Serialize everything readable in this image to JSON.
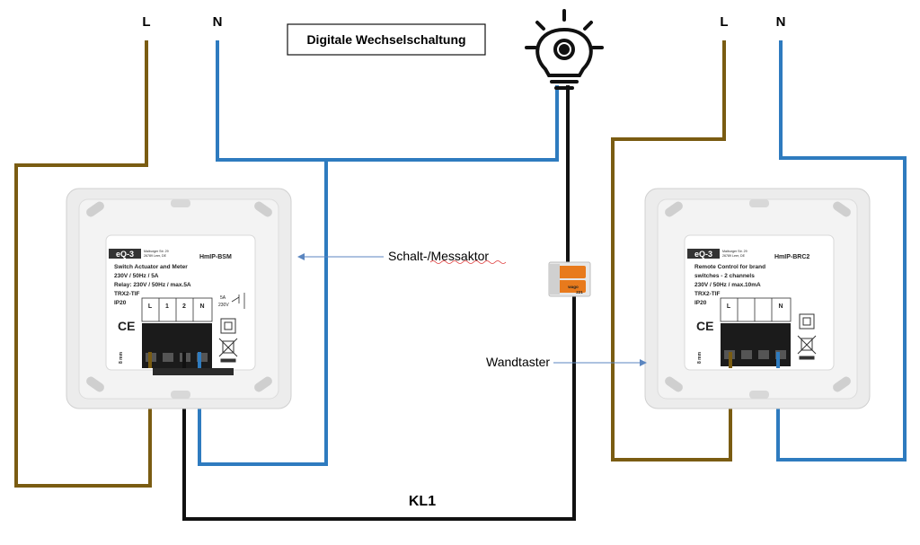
{
  "title": "Digitale Wechselschaltung",
  "left_terminals": {
    "l": "L",
    "n": "N"
  },
  "right_terminals": {
    "l": "L",
    "n": "N"
  },
  "cable_label": "KL1",
  "annotations": {
    "actuator": "Schalt-/Messaktor",
    "wall_switch": "Wandtaster"
  },
  "actuator": {
    "brand": "eQ-3",
    "address1": "Maiburger Str. 29",
    "address2": "26789 Leer, DE",
    "model": "HmIP-BSM",
    "line1": "Switch Actuator and Meter",
    "line2": "230V / 50Hz / 5A",
    "line3": "Relay: 230V / 50Hz / max.5A",
    "line4": "TRX2-TIF",
    "line5": "IP20",
    "terminals": [
      "L",
      "1",
      "2",
      "N"
    ],
    "rating_a": "5A",
    "rating_v": "230V",
    "ce": "CE",
    "strip_len": "8 mm"
  },
  "remote": {
    "brand": "eQ-3",
    "address1": "Maiburger Str. 29",
    "address2": "26789 Leer, DE",
    "model": "HmIP-BRC2",
    "line1": "Remote Control for brand",
    "line2": "switches - 2 channels",
    "line3": "230V / 50Hz / max.10mA",
    "line4": "TRX2-TIF",
    "line5": "IP20",
    "terminals": [
      "L",
      "N"
    ],
    "ce": "CE",
    "strip_len": "8 mm"
  },
  "connector": {
    "brand": "wago",
    "code": "221"
  },
  "colors": {
    "brown": "#7a5c12",
    "blue": "#2e7bbf",
    "black": "#111111",
    "arrow": "#5b86c0"
  }
}
